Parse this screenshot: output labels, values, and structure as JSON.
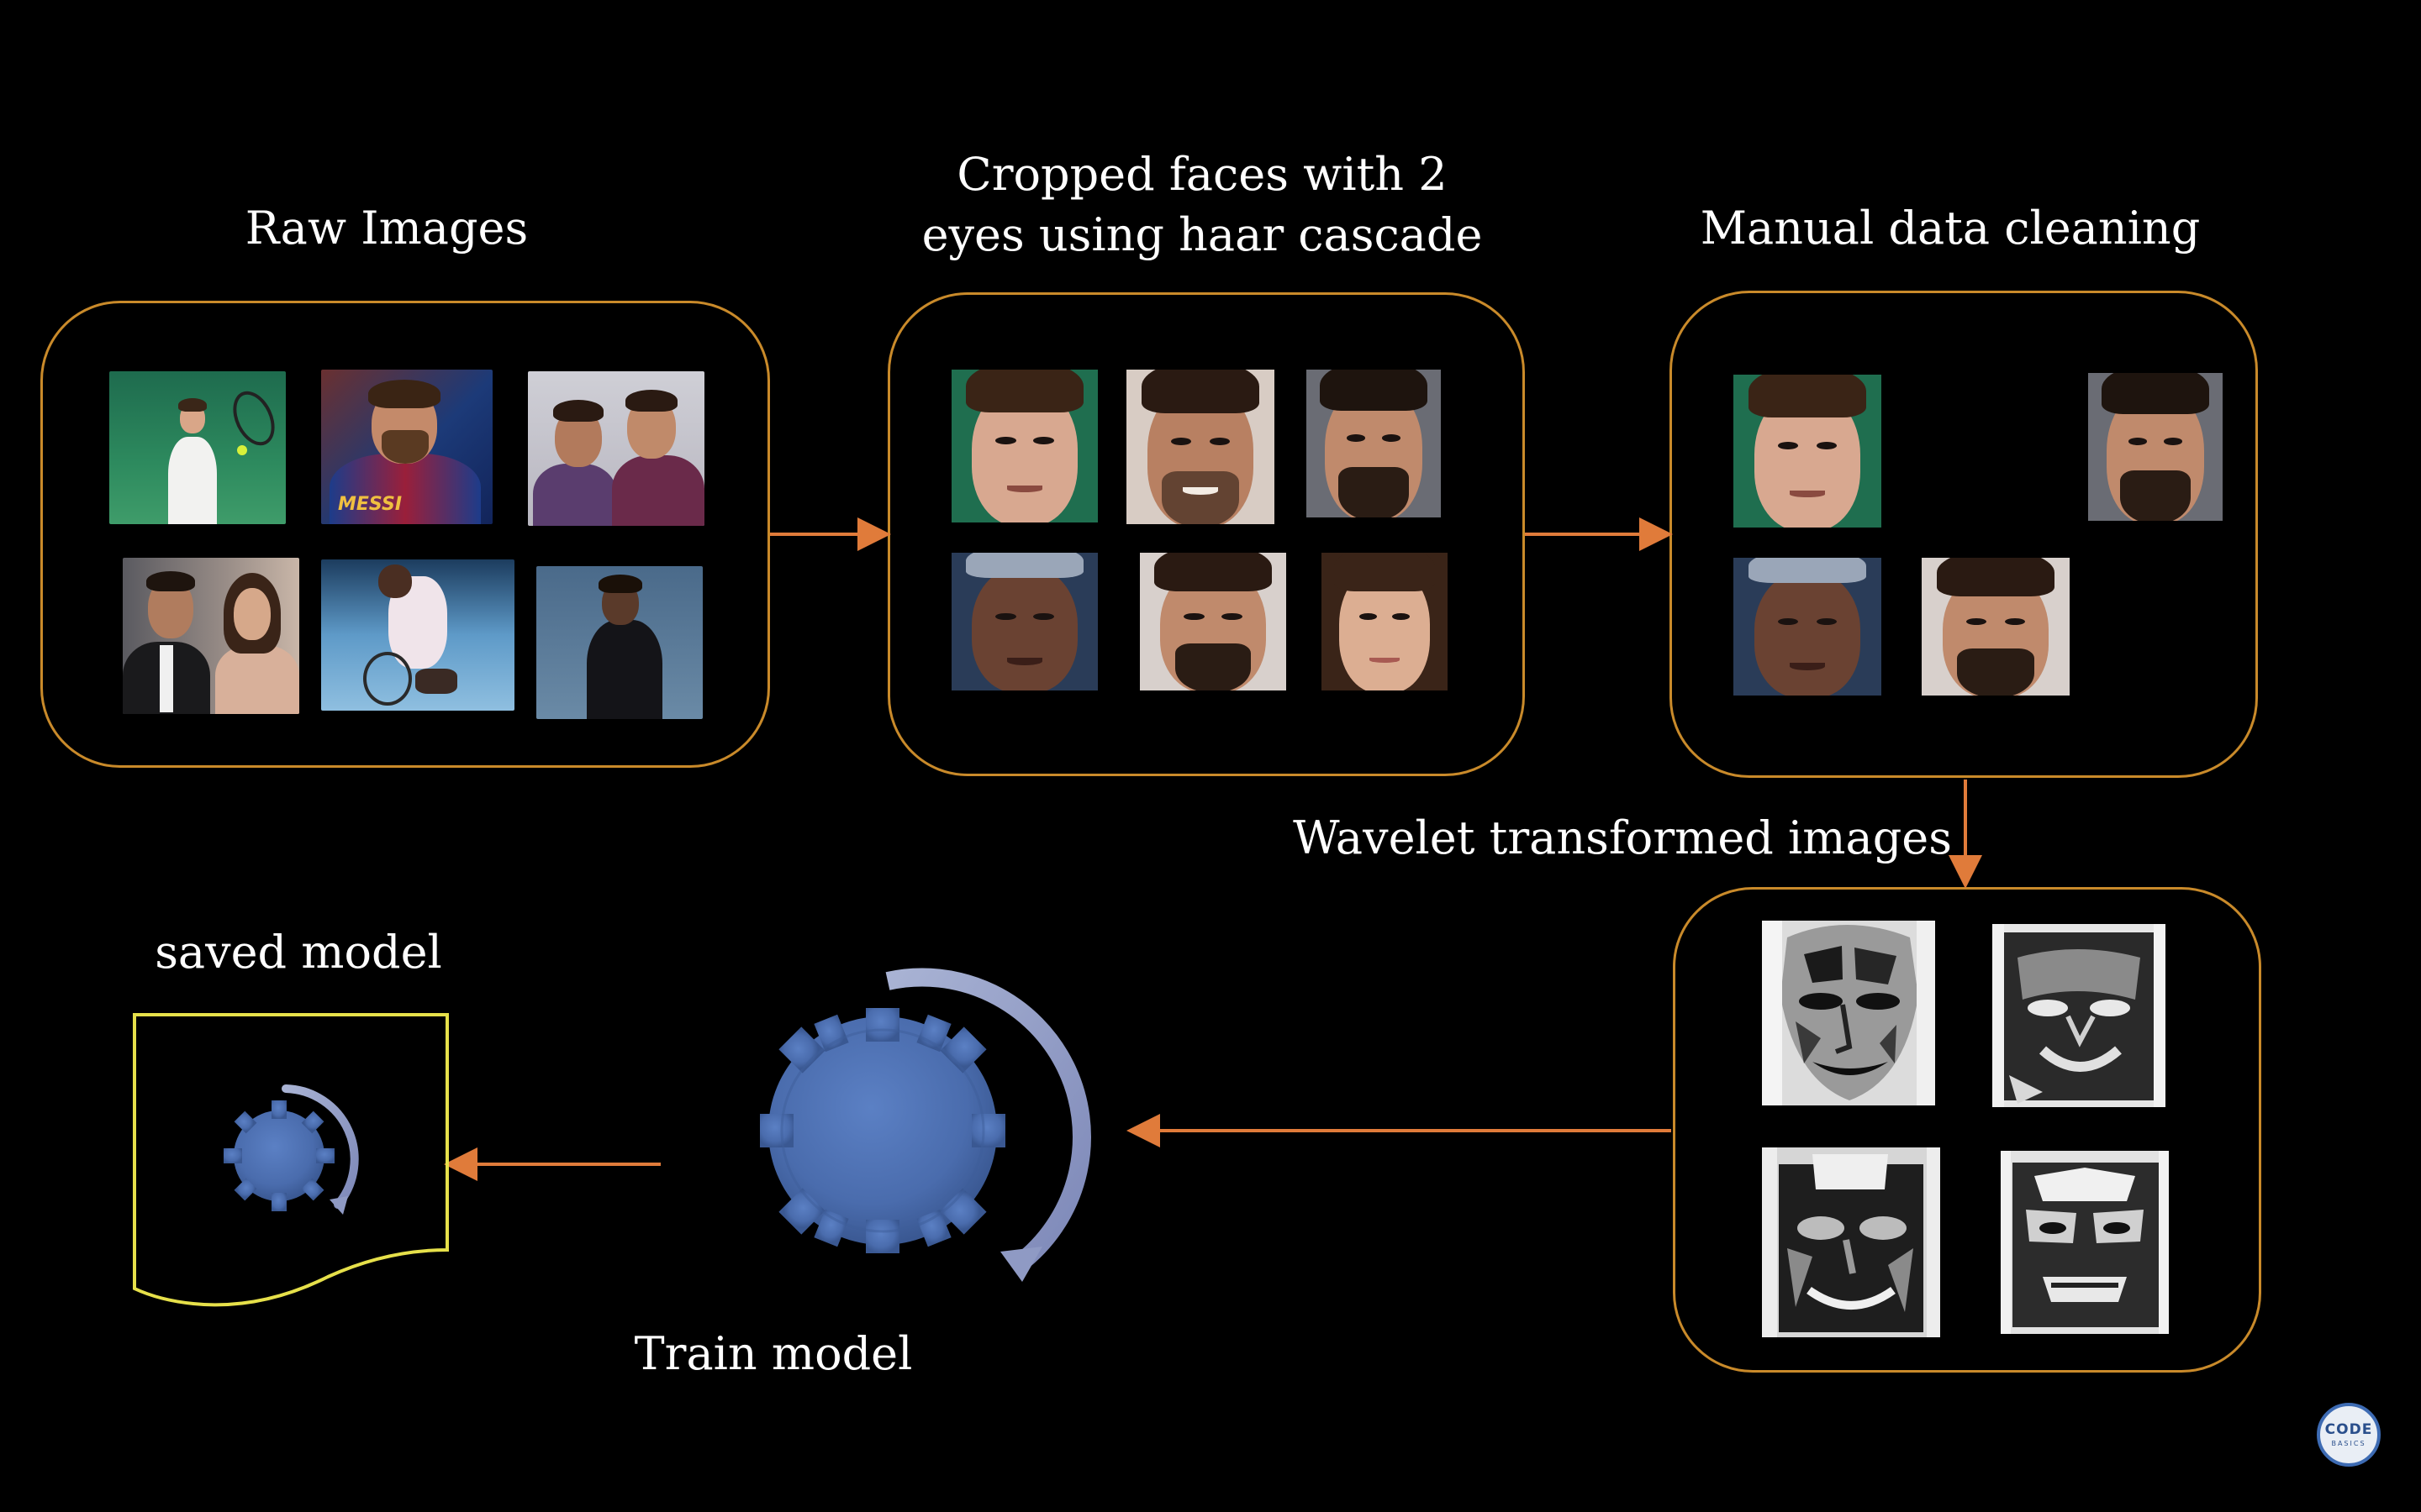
{
  "labels": {
    "raw_images": "Raw Images",
    "cropped_faces_line1": "Cropped faces with 2",
    "cropped_faces_line2": "eyes using haar cascade",
    "manual_cleaning": "Manual data cleaning",
    "wavelet": "Wavelet transformed images",
    "saved_model": "saved model",
    "train_model": "Train model"
  },
  "logo": {
    "line1": "CODE",
    "line2": "BASICS"
  },
  "colors": {
    "background": "#000000",
    "box_border": "#c98a2a",
    "arrow": "#e07b3a",
    "gear": "#4b6fb0",
    "saved_model_border": "#e6e04a"
  }
}
